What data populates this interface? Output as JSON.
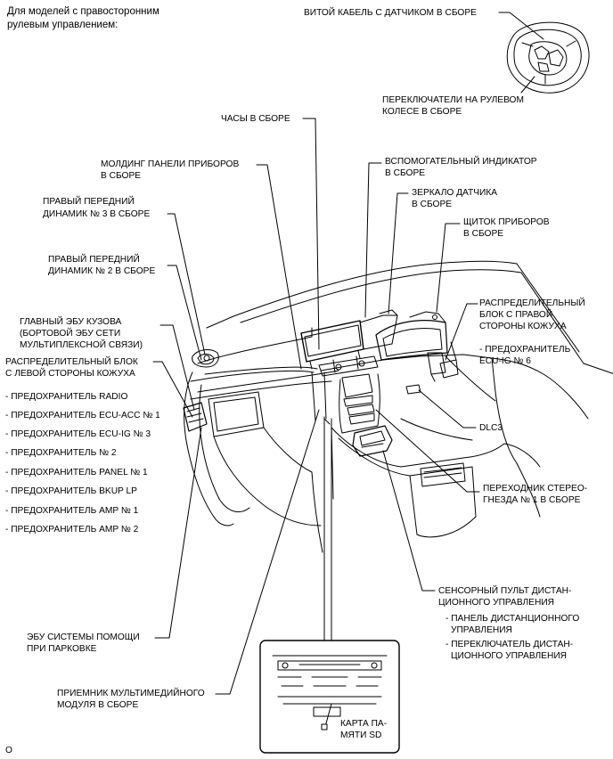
{
  "header": {
    "line1": "Для моделей с правосторонним",
    "line2": "рулевым управлением:"
  },
  "labels": {
    "spiral_cable": "ВИТОЙ КАБЕЛЬ С ДАТЧИКОМ В СБОРЕ",
    "steering_switches_1": "ПЕРЕКЛЮЧАТЕЛИ НА РУЛЕВОМ",
    "steering_switches_2": "КОЛЕСЕ В СБОРЕ",
    "clock": "ЧАСЫ В СБОРЕ",
    "molding_1": "МОЛДИНГ ПАНЕЛИ ПРИБОРОВ",
    "molding_2": "В СБОРЕ",
    "aux_indicator_1": "ВСПОМОГАТЕЛЬНЫЙ ИНДИКАТОР",
    "aux_indicator_2": "В СБОРЕ",
    "speaker3_1": "ПРАВЫЙ ПЕРЕДНИЙ",
    "speaker3_2": "ДИНАМИК № 3 В СБОРЕ",
    "sensor_mirror_1": "ЗЕРКАЛО ДАТЧИКА",
    "sensor_mirror_2": "В СБОРЕ",
    "combination_meter_1": "ЩИТОК ПРИБОРОВ",
    "combination_meter_2": "В СБОРЕ",
    "speaker2_1": "ПРАВЫЙ ПЕРЕДНИЙ",
    "speaker2_2": "ДИНАМИК № 2 В СБОРЕ",
    "rh_junction_1": "РАСПРЕДЕЛИТЕЛЬНЫЙ",
    "rh_junction_2": "БЛОК С ПРАВОЙ",
    "rh_junction_3": "СТОРОНЫ КОЖУХА",
    "rh_fuse_1": "- ПРЕДОХРАНИТЕЛЬ",
    "rh_fuse_2": "ECU-IG № 6",
    "main_body_ecu_1": "ГЛАВНЫЙ ЭБУ КУЗОВА",
    "main_body_ecu_2": "(БОРТОВОЙ ЭБУ СЕТИ",
    "main_body_ecu_3": "МУЛЬТИПЛЕКСНОЙ СВЯЗИ)",
    "lh_junction_1": "РАСПРЕДЕЛИТЕЛЬНЫЙ БЛОК",
    "lh_junction_2": "С ЛЕВОЙ СТОРОНЫ КОЖУХА",
    "fuses": [
      "- ПРЕДОХРАНИТЕЛЬ RADIO",
      "- ПРЕДОХРАНИТЕЛЬ ECU-ACC № 1",
      "- ПРЕДОХРАНИТЕЛЬ ECU-IG № 3",
      "- ПРЕДОХРАНИТЕЛЬ № 2",
      "- ПРЕДОХРАНИТЕЛЬ PANEL № 1",
      "- ПРЕДОХРАНИТЕЛЬ BKUP LP",
      "- ПРЕДОХРАНИТЕЛЬ AMP № 1",
      "- ПРЕДОХРАНИТЕЛЬ AMP № 2"
    ],
    "dlc3": "DLC3",
    "stereo_jack_1": "ПЕРЕХОДНИК СТЕРЕО-",
    "stereo_jack_2": "ГНЕЗДА № 1 В СБОРЕ",
    "touch_pad_1": "СЕНСОРНЫЙ ПУЛЬТ ДИСТАН-",
    "touch_pad_2": "ЦИОННОГО УПРАВЛЕНИЯ",
    "touch_pad_sub1_1": "- ПАНЕЛЬ ДИСТАНЦИОННОГО",
    "touch_pad_sub1_2": "УПРАВЛЕНИЯ",
    "touch_pad_sub2_1": "- ПЕРЕКЛЮЧАТЕЛЬ ДИСТАН-",
    "touch_pad_sub2_2": "ЦИОННОГО УПРАВЛЕНИЯ",
    "parking_ecu_1": "ЭБУ СИСТЕМЫ ПОМОЩИ",
    "parking_ecu_2": "ПРИ ПАРКОВКЕ",
    "multimedia_1": "ПРИЕМНИК МУЛЬТИМЕДИЙНОГО",
    "multimedia_2": "МОДУЛЯ В СБОРЕ",
    "sd_card_1": "КАРТА ПА-",
    "sd_card_2": "МЯТИ SD",
    "figure_code": "O"
  }
}
